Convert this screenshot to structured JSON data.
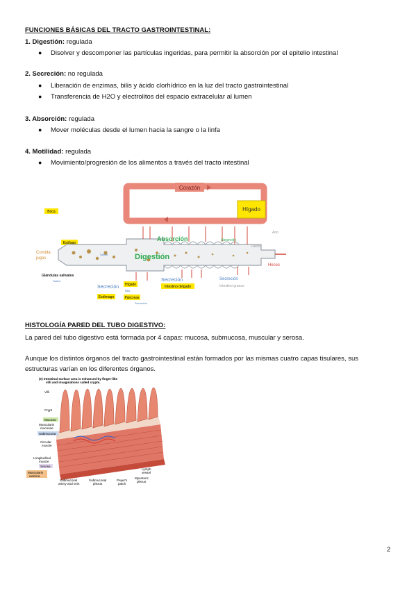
{
  "section1": {
    "title": "FUNCIONES BÁSICAS DEL TRACTO GASTROINTESTINAL:",
    "items": [
      {
        "heading": "1. Digestión:",
        "status": "regulada",
        "bullets": [
          "Disolver y descomponer las partículas ingeridas, para permitir la absorción por el epitelio intestinal"
        ]
      },
      {
        "heading": "2. Secreción:",
        "status": "no regulada",
        "bullets": [
          "Liberación de enzimas, bilis y ácido clorhídrico en la luz del tracto gastrointestinal",
          "Transferencia de H2O y electrolitos del espacio extracelular al lumen"
        ]
      },
      {
        "heading": "3. Absorción:",
        "status": "regulada",
        "bullets": [
          "Mover moléculas desde el lumen hacia la sangre o la linfa"
        ]
      },
      {
        "heading": "4. Motilidad:",
        "status": "regulada",
        "bullets": [
          "Movimiento/progresión de los alimentos a través del tracto intestinal"
        ]
      }
    ]
  },
  "diagram1": {
    "heart": "Corazón",
    "liver_top": "Hígado",
    "mouth": "Boca",
    "esophagus": "Esófago",
    "food": "Comida",
    "drinks": "jugos",
    "salivary": "Glándulas salivales",
    "saliva": "Saliva",
    "absorption": "Absorción",
    "absorption_small": "Absorción",
    "digestion": "Digestión",
    "anus": "Ano",
    "rectum": "Recto",
    "feces": "Heces",
    "secretion1": "Secreción",
    "secretion2": "Secreción",
    "secretion3": "Secreción",
    "stomach": "Estómago",
    "liver_bottom": "Hígado",
    "bile": "Bilis",
    "pancreas": "Páncreas",
    "pancreas_sub": "Secreción",
    "small_intestine": "Intestino delgado",
    "large_intestine": "Intestino grueso",
    "stomach_sub": "Digestión"
  },
  "section2": {
    "title": "HISTOLOGÍA PARED DEL TUBO DIGESTIVO:",
    "p1": "La pared del tubo digestivo está formada por 4 capas: mucosa, submucosa, muscular y serosa.",
    "p2_line1": "Aunque los distintos órganos del tracto gastrointestinal están formados por las mismas cuatro capas tisulares, sus",
    "p2_line2": "estructuras varían en los diferentes órganos."
  },
  "diagram2": {
    "caption_line1": "(e) Intestinal surface area is enhanced by finger-like",
    "caption_line2": "villi and invaginations called crypts.",
    "villi": "Villi",
    "crypt": "Crypt",
    "mucosa": "Mucosa",
    "muscularis_mucosae_1": "Muscularis",
    "muscularis_mucosae_2": "mucosae",
    "submucosa": "Submucosa",
    "circular_1": "Circular",
    "circular_2": "muscle",
    "longitudinal_1": "Longitudinal",
    "longitudinal_2": "muscle",
    "serosa": "Serosa",
    "muscularis_externa_1": "Muscularis",
    "muscularis_externa_2": "externa",
    "submucosal_av_1": "Submucosal",
    "submucosal_av_2": "artery and vein",
    "submucosal_plexus_1": "Submucosal",
    "submucosal_plexus_2": "plexus",
    "peyers_1": "Peyer's",
    "peyers_2": "patch",
    "myenteric_1": "Myenteric",
    "myenteric_2": "plexus",
    "lymph_1": "Lymph",
    "lymph_2": "vessel"
  },
  "page_number": "2",
  "colors": {
    "tube_red": "#e8877a",
    "liver_yellow": "#ffe600",
    "green_text": "#2fa84f",
    "blue_text": "#4a7fc0"
  }
}
